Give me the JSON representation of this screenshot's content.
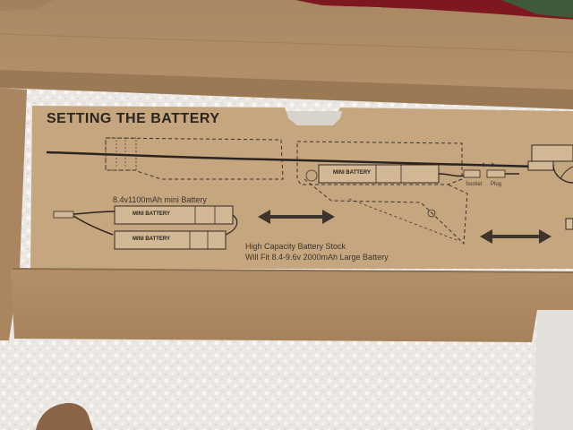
{
  "instruction_panel": {
    "title": "SETTING THE BATTERY",
    "mini_battery_caption": "8.4v1100mAh mini Battery",
    "battery_label_top": "MINI BATTERY",
    "battery_label_bottom": "MINI BATTERY",
    "stock_battery_label": "MINI BATTERY",
    "socket_label": "Socket",
    "plug_label": "Plug",
    "stock_caption_line1": "High Capacity Battery Stock",
    "stock_caption_line2": "Will Fit 8.4-9.6v 2000mAh Large Battery"
  },
  "colors": {
    "cardboard": "#b8956e",
    "cardboard_dark": "#9c7a56",
    "panel": "#c8a985",
    "ink": "#2f2a24",
    "foam": "#eeebe7",
    "red_cloth": "#8a1c24"
  }
}
